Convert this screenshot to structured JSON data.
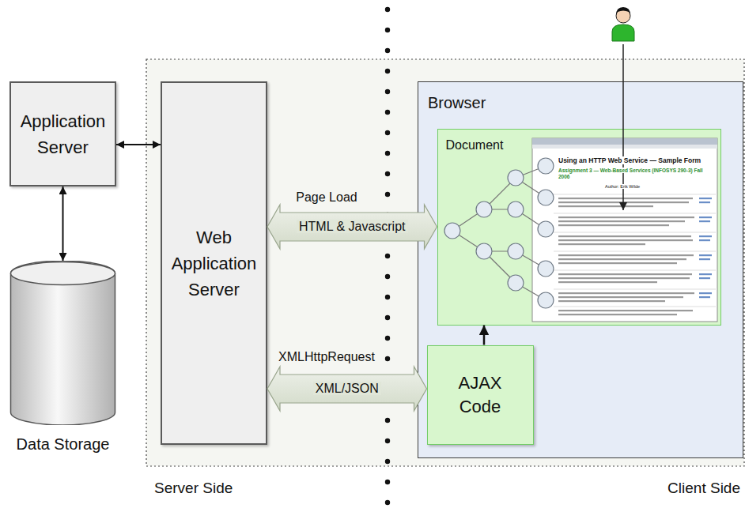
{
  "diagram": {
    "nodes": [
      {
        "text": [
          "Application Server"
        ]
      },
      {
        "text": [
          "Data Storage"
        ]
      },
      {
        "text": [
          "Web Application Server"
        ]
      },
      {
        "text": [
          "Browser"
        ]
      },
      {
        "text": [
          "Document"
        ],
        "in": 3
      },
      {
        "text": [
          "AJAX Code"
        ],
        "in": 3
      }
    ],
    "edges": [
      {
        "from": 0,
        "to": 2,
        "arrow": "both"
      },
      {
        "from": 0,
        "to": 1,
        "arrow": "both"
      },
      {
        "from": 2,
        "to": 4,
        "label": "HTML & Javascript",
        "arrow": "both"
      },
      {
        "from": 2,
        "to": 5,
        "label": "XML/JSON",
        "arrow": "both"
      },
      {
        "from": 5,
        "to": 4,
        "arrow": "to"
      }
    ],
    "labels": [
      "Page Load",
      "XMLHttpRequest",
      "Server Side",
      "Client Side",
      "Using an HTTP Web Service — Sample Form",
      "Assignment 3 — Web-Based Services (INFOSYS 290-3) Fall 2006",
      "Author: Erik Wilde"
    ]
  }
}
